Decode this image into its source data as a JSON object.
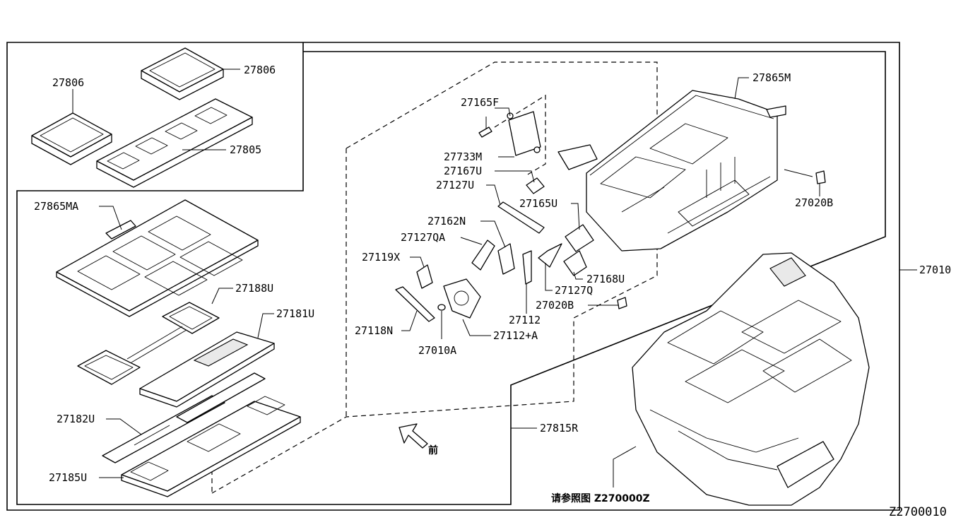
{
  "diagram_id": "Z2700010",
  "reference_note": "请参照图 Z270000Z",
  "front_label": "前",
  "parts": {
    "p27806_left": "27806",
    "p27806_right": "27806",
    "p27805": "27805",
    "p27865M": "27865M",
    "p27865MA": "27865MA",
    "p27165F": "27165F",
    "p27733M": "27733M",
    "p27167U": "27167U",
    "p27127U": "27127U",
    "p27165U": "27165U",
    "p27020B_top": "27020B",
    "p27162N": "27162N",
    "p27127QA": "27127QA",
    "p27119X": "27119X",
    "p27168U": "27168U",
    "p27127Q": "27127Q",
    "p27020B_bottom": "27020B",
    "p27112": "27112",
    "p27112A": "27112+A",
    "p27010A": "27010A",
    "p27118N": "27118N",
    "p27188U": "27188U",
    "p27181U": "27181U",
    "p27182U": "27182U",
    "p27185U": "27185U",
    "p27815R": "27815R",
    "p27010": "27010"
  },
  "icons": [
    "front-arrow-icon"
  ]
}
